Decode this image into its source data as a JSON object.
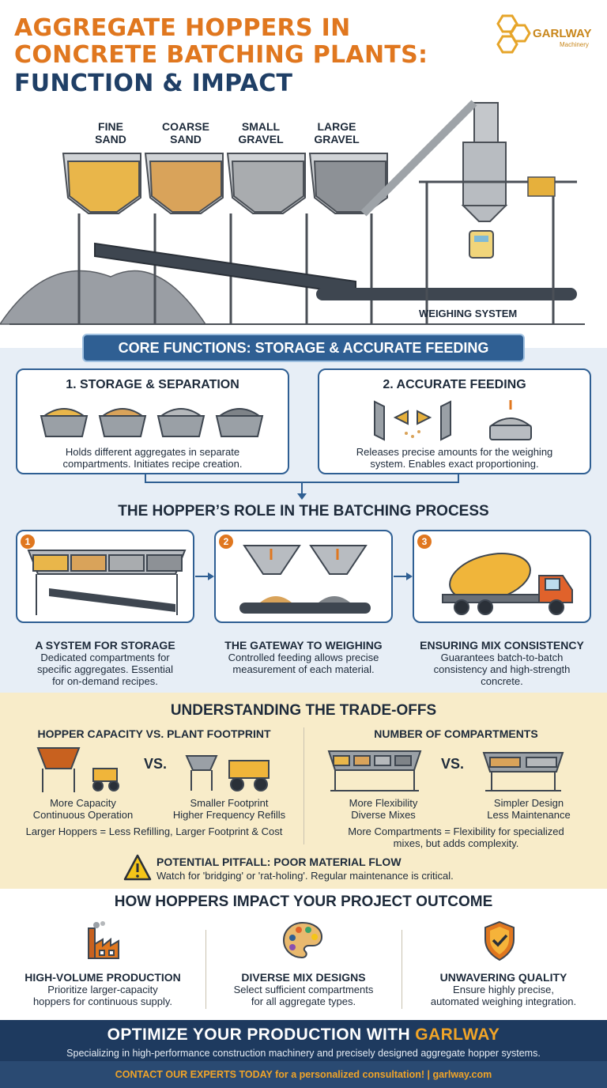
{
  "header": {
    "title_line1": "AGGREGATE HOPPERS IN",
    "title_line2": "CONCRETE BATCHING PLANTS:",
    "title_line3": "FUNCTION & IMPACT",
    "logo_name": "GARLWAY",
    "logo_sub": "Machinery",
    "aggregates": [
      {
        "line1": "FINE",
        "line2": "SAND",
        "color": "#e9b64a"
      },
      {
        "line1": "COARSE",
        "line2": "SAND",
        "color": "#d9a35a"
      },
      {
        "line1": "SMALL",
        "line2": "GRAVEL",
        "color": "#a9acaf"
      },
      {
        "line1": "LARGE",
        "line2": "GRAVEL",
        "color": "#8d9196"
      }
    ],
    "weighing_label": "WEIGHING SYSTEM"
  },
  "core": {
    "banner": "CORE FUNCTIONS: STORAGE & ACCURATE FEEDING",
    "box1": {
      "title": "1. STORAGE & SEPARATION",
      "line1": "Holds different aggregates in separate",
      "line2": "compartments. Initiates recipe creation."
    },
    "box2": {
      "title": "2. ACCURATE FEEDING",
      "line1": "Releases precise amounts for the weighing",
      "line2": "system. Enables exact proportioning."
    }
  },
  "role": {
    "title": "THE HOPPER’S ROLE IN THE BATCHING PROCESS",
    "steps": [
      {
        "num": "1",
        "title": "A SYSTEM FOR STORAGE",
        "line1": "Dedicated compartments for",
        "line2": "specific aggregates. Essential",
        "line3": "for on-demand recipes."
      },
      {
        "num": "2",
        "title": "THE GATEWAY TO WEIGHING",
        "line1": "Controlled feeding allows precise",
        "line2": "measurement of each material.",
        "line3": ""
      },
      {
        "num": "3",
        "title": "ENSURING MIX CONSISTENCY",
        "line1": "Guarantees batch-to-batch",
        "line2": "consistency and high-strength",
        "line3": "concrete."
      }
    ]
  },
  "tradeoffs": {
    "title": "UNDERSTANDING THE TRADE-OFFS",
    "left": {
      "title": "HOPPER CAPACITY VS. PLANT FOOTPRINT",
      "vs": "VS.",
      "a1": "More Capacity",
      "a2": "Continuous Operation",
      "b1": "Smaller Footprint",
      "b2": "Higher Frequency Refills",
      "summary": "Larger Hoppers = Less Refilling, Larger Footprint & Cost"
    },
    "right": {
      "title": "NUMBER OF COMPARTMENTS",
      "vs": "VS.",
      "a1": "More Flexibility",
      "a2": "Diverse Mixes",
      "b1": "Simpler Design",
      "b2": "Less Maintenance",
      "summary1": "More Compartments = Flexibility for specialized",
      "summary2": "mixes, but adds complexity."
    },
    "pitfall_title": "POTENTIAL PITFALL: POOR MATERIAL FLOW",
    "pitfall_text": "Watch for 'bridging' or 'rat-holing'. Regular maintenance is critical."
  },
  "impact": {
    "title": "HOW HOPPERS IMPACT YOUR PROJECT OUTCOME",
    "items": [
      {
        "title": "HIGH-VOLUME PRODUCTION",
        "line1": "Prioritize larger-capacity",
        "line2": "hoppers for continuous supply.",
        "icon": "factory-icon"
      },
      {
        "title": "DIVERSE MIX DESIGNS",
        "line1": "Select sufficient compartments",
        "line2": "for all aggregate types.",
        "icon": "palette-icon"
      },
      {
        "title": "UNWAVERING QUALITY",
        "line1": "Ensure highly precise,",
        "line2": "automated weighing integration.",
        "icon": "shield-check-icon"
      }
    ]
  },
  "footer": {
    "title_prefix": "OPTIMIZE YOUR PRODUCTION WITH ",
    "title_brand": "GARLWAY",
    "tagline": "Specializing in high-performance construction machinery and precisely designed aggregate hopper systems.",
    "contact": "CONTACT OUR EXPERTS TODAY for a personalized consultation!  |  garlway.com"
  },
  "colors": {
    "orange": "#e0771f",
    "navy": "#1f3f66",
    "blue": "#2f5f93",
    "cream": "#f8ecc9",
    "light_blue": "#e7eef6"
  }
}
